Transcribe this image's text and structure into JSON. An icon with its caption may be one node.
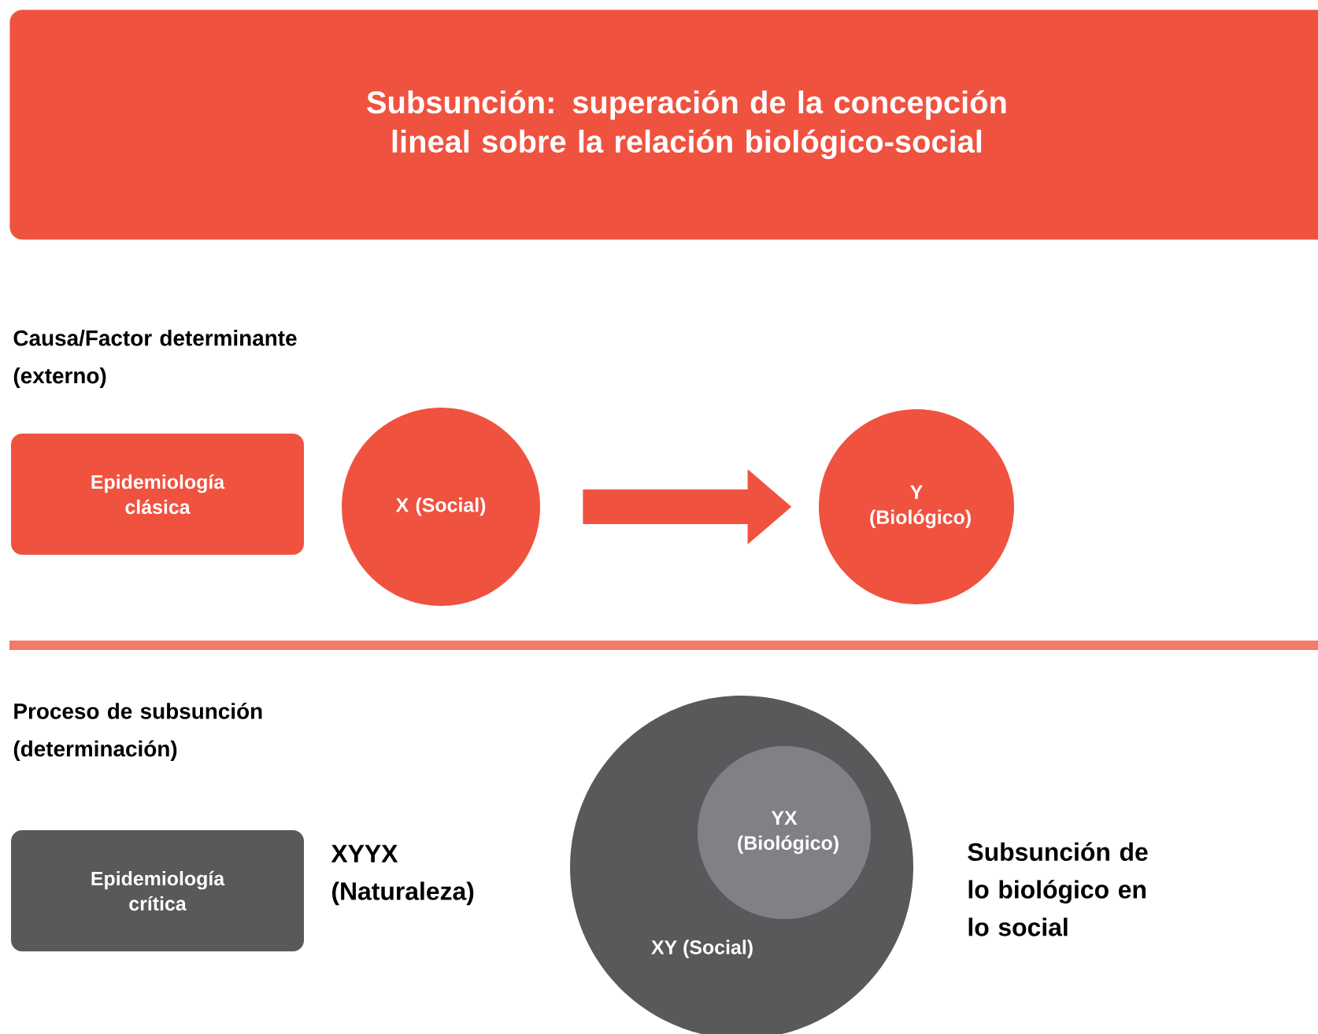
{
  "diagram": {
    "title": "Subsunción: superación de la concepción lineal sobre la relación biológico-social",
    "nodes": [
      {
        "text": [
          "Epidemiología clásica"
        ]
      },
      {
        "text": [
          "X (Social)"
        ]
      },
      {
        "text": [
          "Y (Biológico)"
        ]
      },
      {
        "text": [
          "Epidemiología crítica"
        ]
      },
      {
        "text": [
          "XY (Social)"
        ]
      },
      {
        "text": [
          "YX (Biológico)"
        ],
        "in": 4
      }
    ],
    "edges": [
      {
        "from": 1,
        "to": 2,
        "arrow": "to"
      }
    ],
    "labels": [
      "Causa/Factor determinante (externo)",
      "Proceso de subsunción (determinación)",
      "XYYX (Naturaleza)",
      "Subsunción de lo biológico en lo social"
    ]
  }
}
